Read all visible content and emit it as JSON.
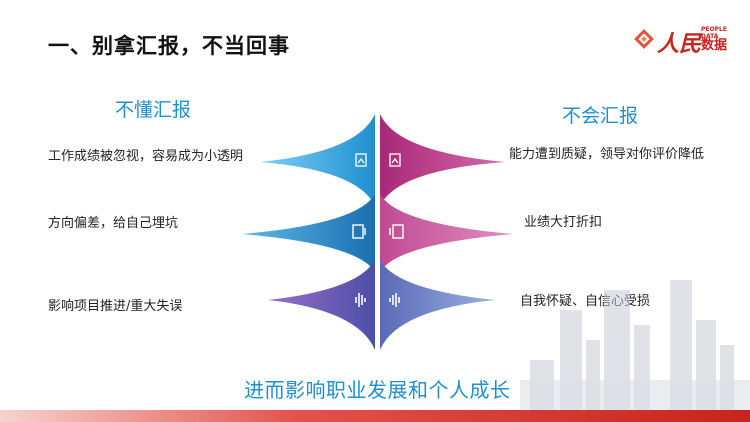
{
  "title": "一、别拿汇报，不当回事",
  "logo": {
    "cn_text": "人民",
    "en_line1": "PEOPLE",
    "en_line2": "DATA",
    "data_text": "数据",
    "brand_color": "#c9231d"
  },
  "left": {
    "heading": "不懂汇报",
    "items": [
      "工作成绩被忽视，容易成为小透明",
      "方向偏差，给自己埋坑",
      "影响项目推进/重大失误"
    ]
  },
  "right": {
    "heading": "不会汇报",
    "items": [
      "能力遭到质疑，领导对你评价降低",
      "业绩大打折扣",
      "自我怀疑、自信心受损"
    ]
  },
  "conclusion": "进而影响职业发展和个人成长",
  "colors": {
    "accent": "#1f8fd0",
    "left_top": "#1e9ad6",
    "left_mid": "#1a7fc0",
    "left_bottom": "#6a3d9a",
    "right_top": "#b0307e",
    "right_mid": "#c34f94",
    "right_bottom": "#6a78c0"
  },
  "icons": [
    "image-card-icon",
    "image-card-icon",
    "card-icon",
    "card-icon",
    "waveform-icon",
    "waveform-icon"
  ]
}
